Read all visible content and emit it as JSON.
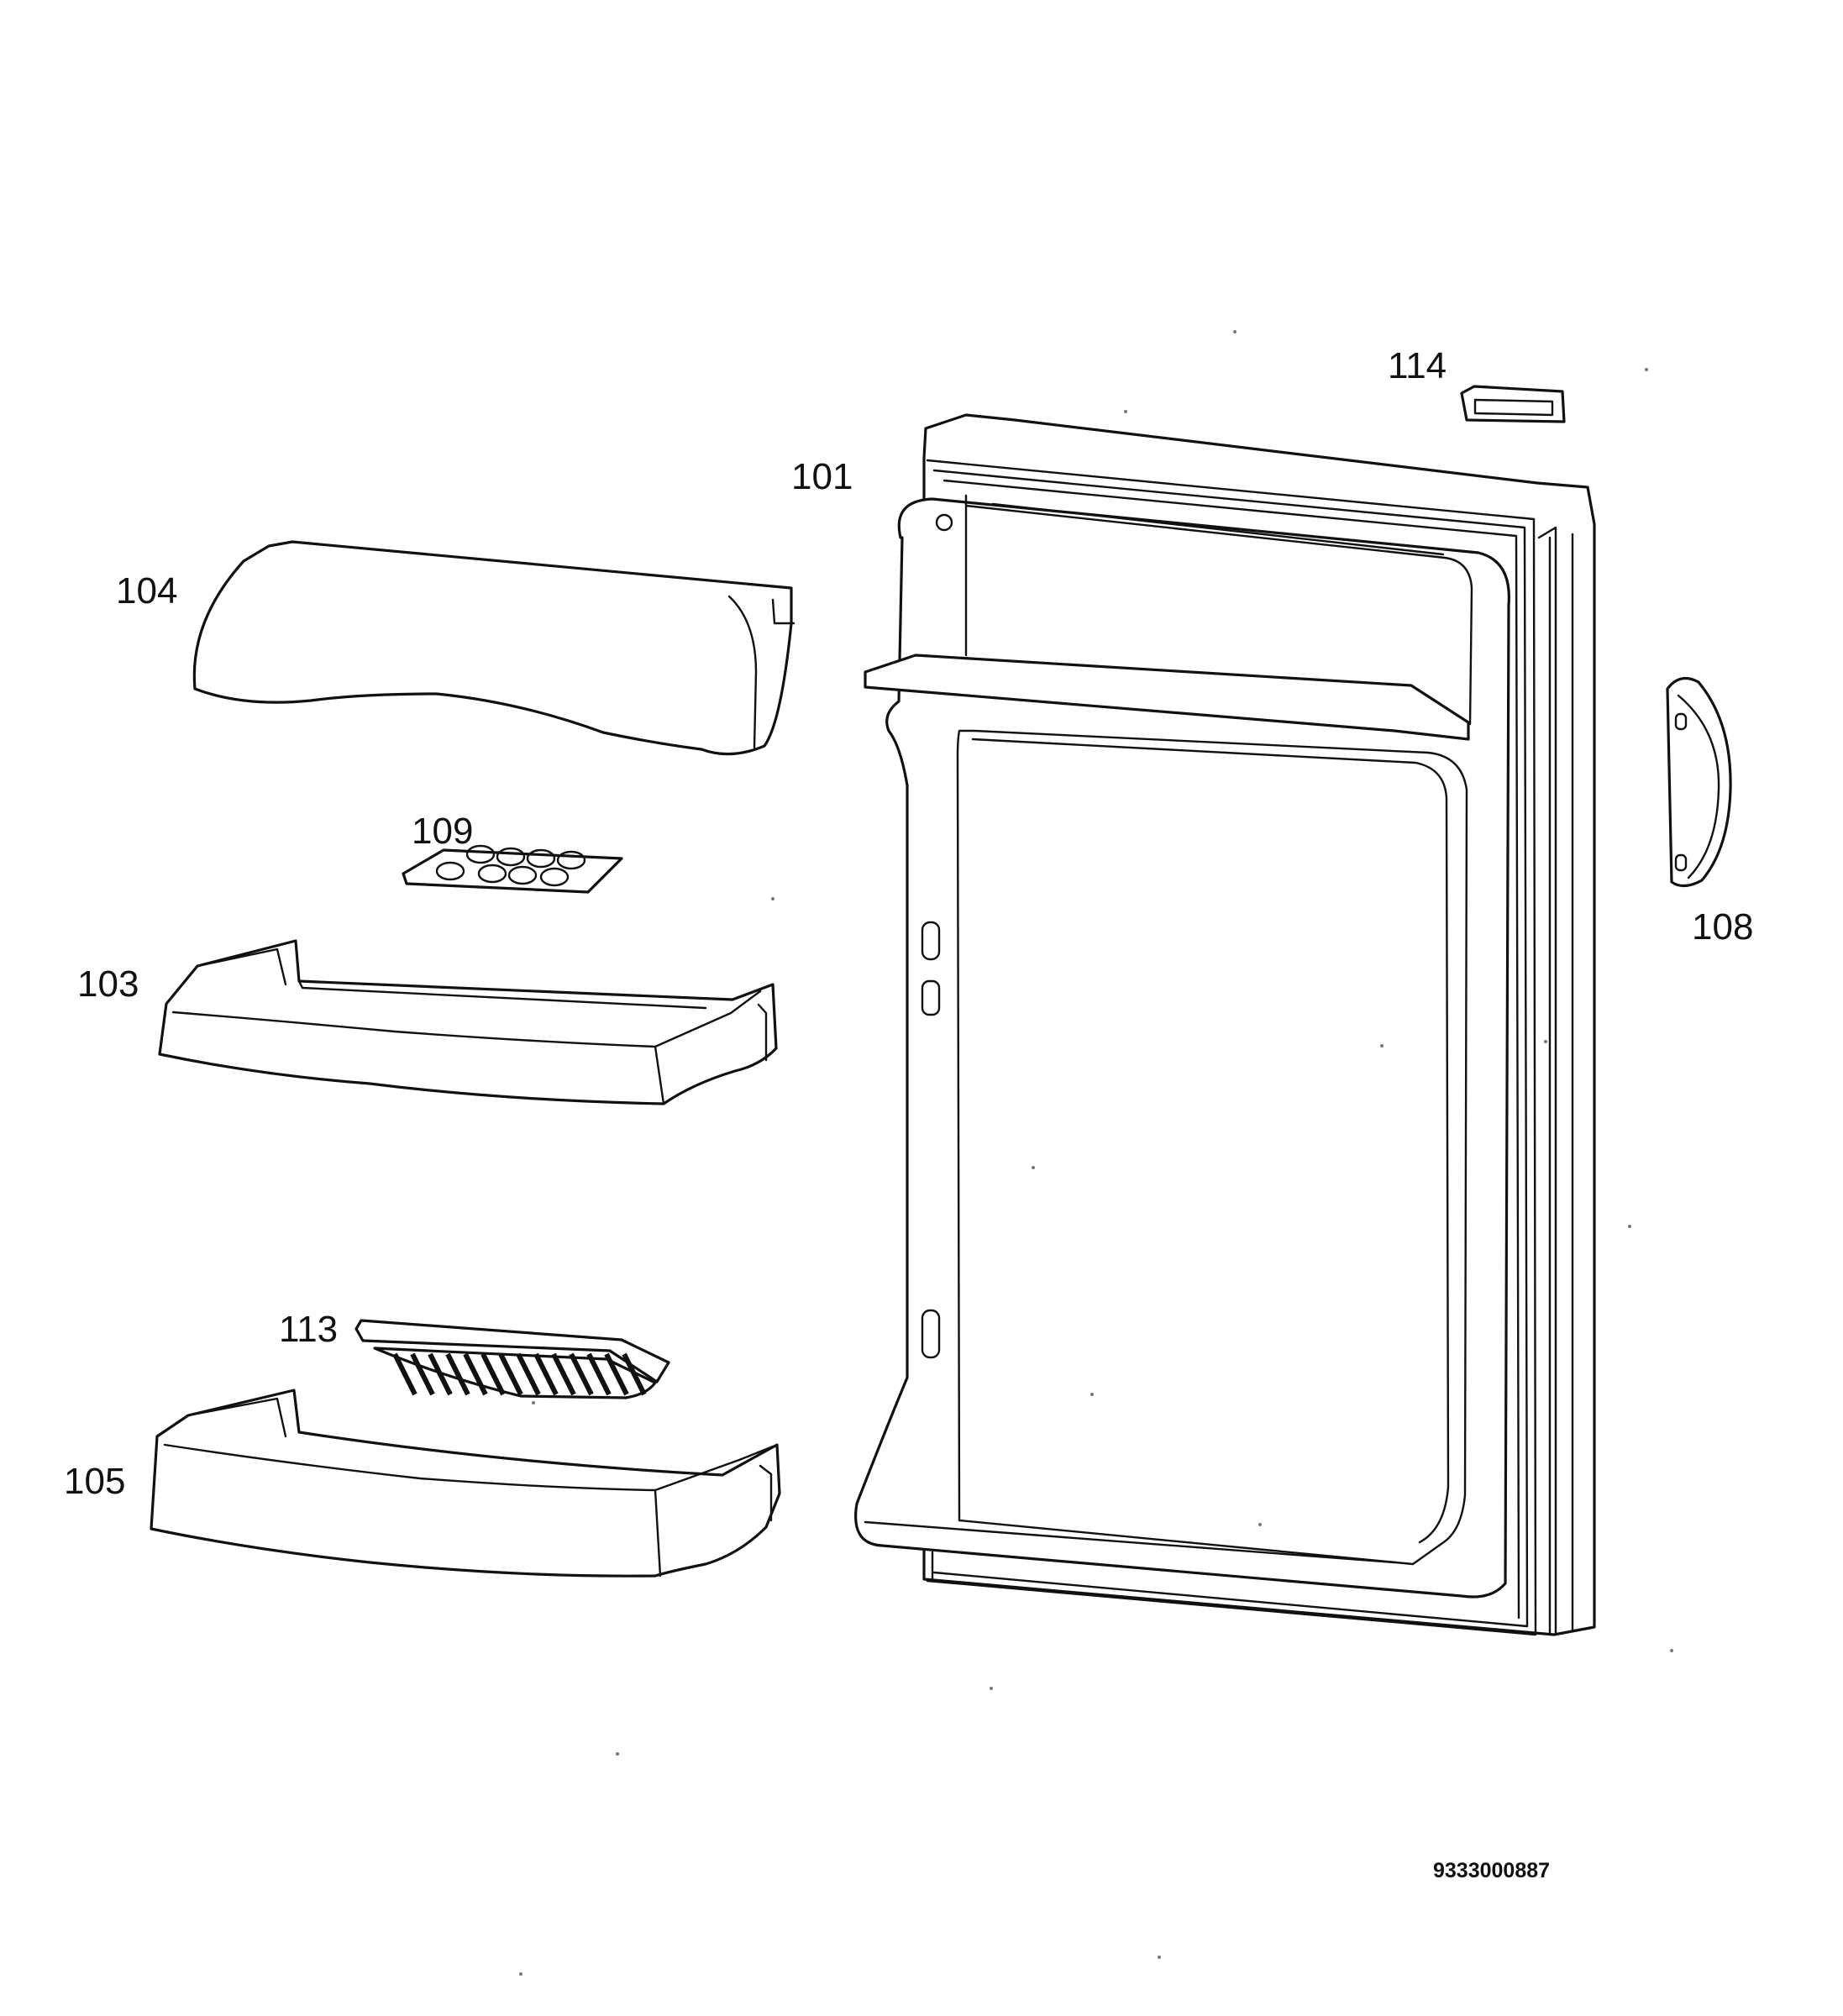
{
  "callouts": {
    "c101": "101",
    "c103": "103",
    "c104": "104",
    "c105": "105",
    "c108": "108",
    "c109": "109",
    "c113": "113",
    "c114": "114"
  },
  "document_number": "9333000887",
  "line_color": "#111111",
  "background_color": "#ffffff"
}
